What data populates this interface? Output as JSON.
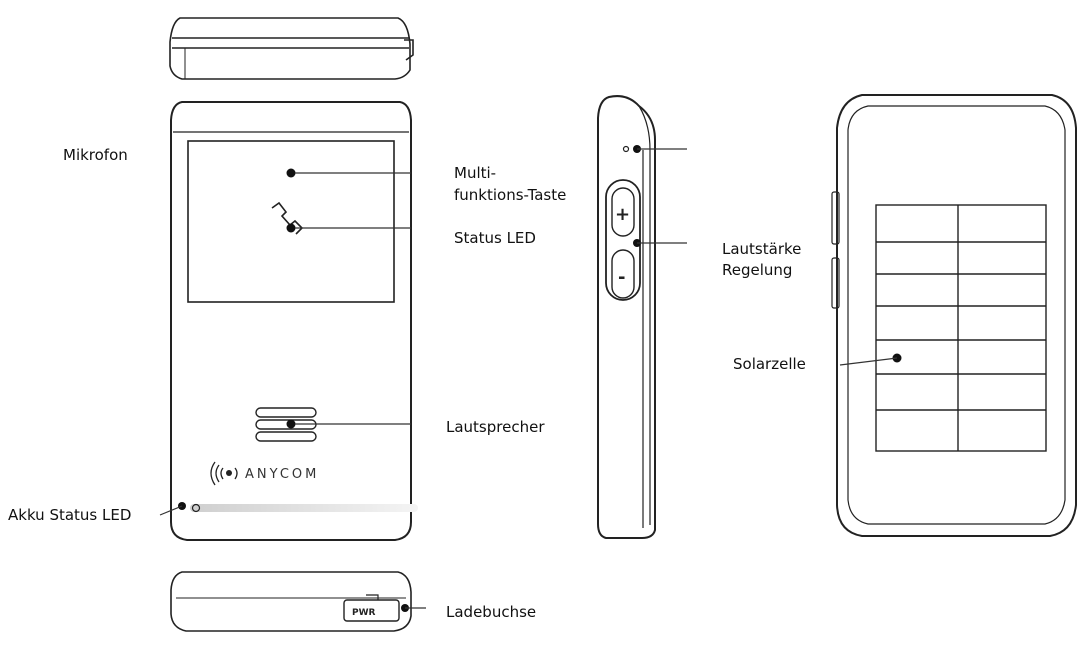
{
  "labels": {
    "mikrofon": "Mikrofon",
    "multi_1": "Multi-",
    "multi_2": "funktions-Taste",
    "status_led": "Status LED",
    "lautstaerke_1": "Lautstärke",
    "lautstaerke_2": "Regelung",
    "solarzelle": "Solarzelle",
    "lautsprecher": "Lautsprecher",
    "akku_status_led": "Akku Status LED",
    "ladebuchse": "Ladebuchse"
  },
  "device": {
    "brand": "ANYCOM",
    "port_label": "PWR",
    "plus_sign": "+",
    "minus_sign": "-"
  },
  "colors": {
    "stroke": "#222222",
    "light_stroke": "#555555",
    "background": "#ffffff"
  }
}
